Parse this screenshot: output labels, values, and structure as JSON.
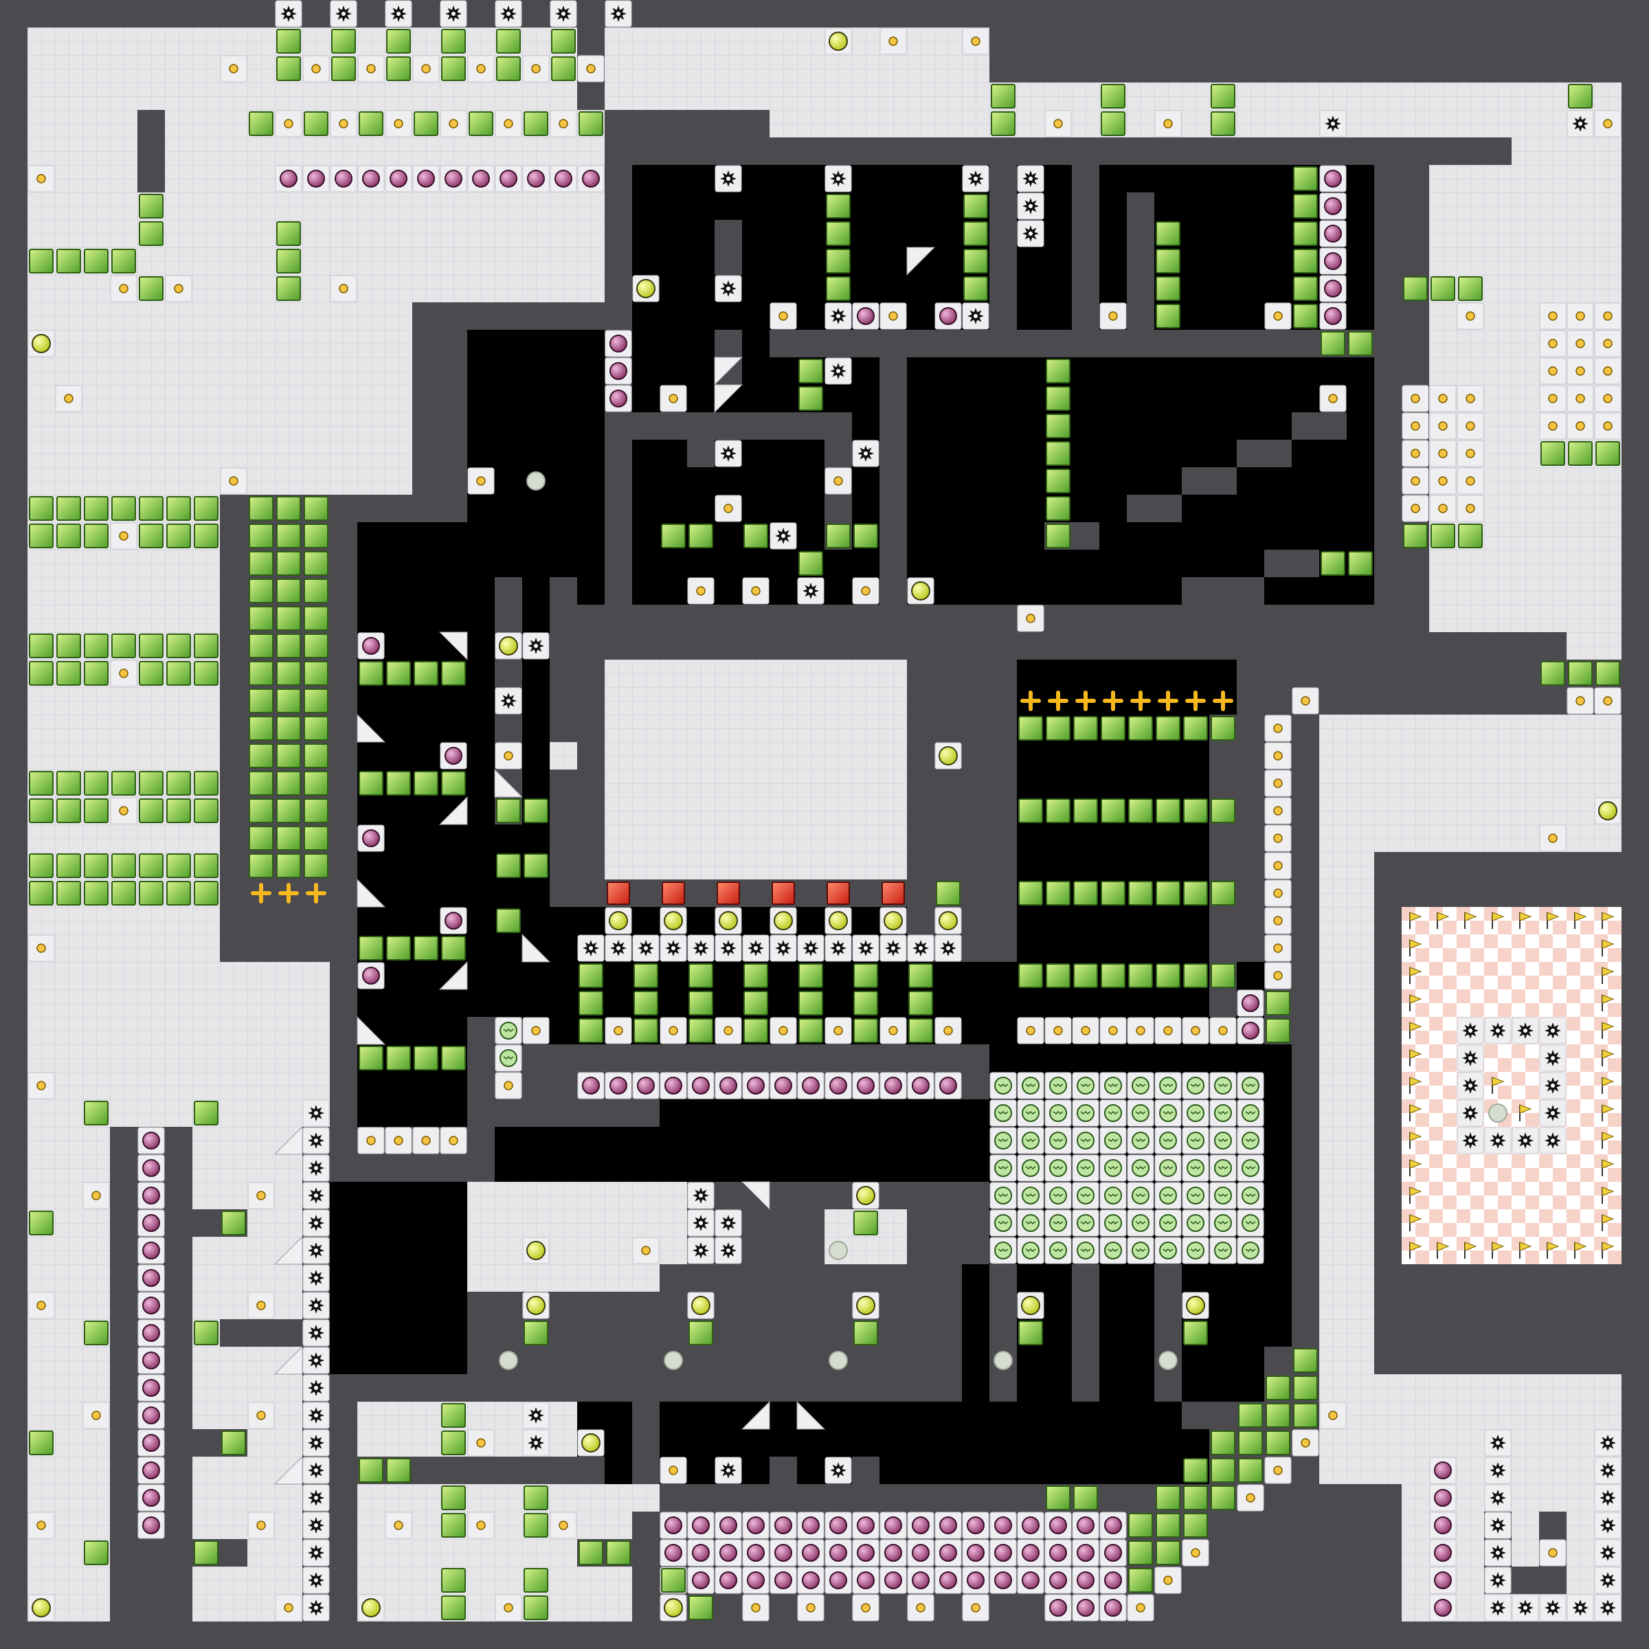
{
  "level": {
    "name": "",
    "grid": {
      "cols": 60,
      "rows": 60
    },
    "colors": {
      "wall": "#4a4a4f",
      "wall_edge": "#2f2f33",
      "floor": "#e6e6e9",
      "floor_grid": "#d3d3d8",
      "void": "#000000",
      "block_light": "#d2f07a",
      "block_dark": "#5fae2f",
      "gold": "#f5c542",
      "mine": "#a24a7d",
      "spike": "#111111",
      "exit_red": "#e83a2e",
      "checker_a": "#f7d6cc",
      "checker_b": "#ffffff",
      "flag": "#f2d23c",
      "plus": "#f7b81e",
      "switch": "#e8f24a"
    },
    "legend": {
      "gold": "gold-coin-icon",
      "mine": "toggle-mine-icon",
      "spike": "spiked-mine-icon",
      "block": "green-block-icon",
      "launch": "launch-pad-icon",
      "switch": "exit-switch-icon",
      "red_door": "locked-door-icon",
      "drone": "chaser-drone-icon",
      "flag": "flag-icon",
      "plus": "bounce-block-icon",
      "spawn": "ninja-spawn-icon"
    },
    "counts": {
      "gold_visible": "many",
      "doors_locked": 6
    }
  }
}
